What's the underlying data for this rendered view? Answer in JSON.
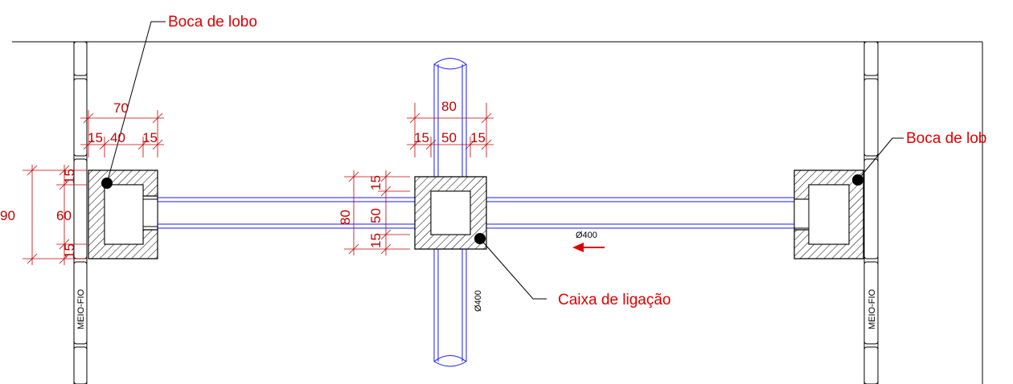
{
  "labels": {
    "boca_left": "Boca de lobo",
    "boca_right": "Boca de lob",
    "caixa": "Caixa de ligação",
    "meio_fio_left": "MEIO-FIO",
    "meio_fio_right": "MEIO-FIO",
    "pipe_horizontal": "Ø400",
    "pipe_vertical": "Ø400"
  },
  "dims_left": {
    "top_total": "70",
    "top_a": "15",
    "top_b": "40",
    "top_c": "15",
    "side_total": "90",
    "side_a": "15",
    "side_b": "60",
    "side_c": "15"
  },
  "dims_center": {
    "top_total": "80",
    "top_a": "15",
    "top_b": "50",
    "top_c": "15",
    "side_total": "80",
    "side_a": "15",
    "side_b": "50",
    "side_c": "15"
  },
  "colors": {
    "annotation": "#e00000",
    "pipe": "#1a1aff",
    "line": "#000000"
  }
}
